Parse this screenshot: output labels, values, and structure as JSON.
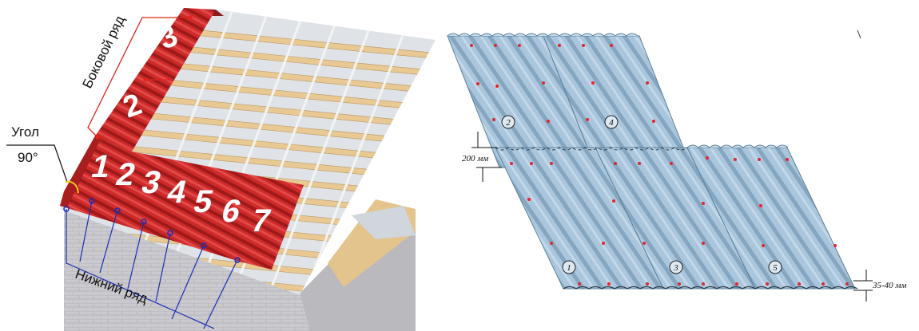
{
  "left_panel": {
    "angle_label_line1": "Угол",
    "angle_label_line2": "90°",
    "side_row_label": "Боковой ряд",
    "bottom_row_label": "Нижний ряд",
    "bottom_sheet_numbers": [
      "1",
      "2",
      "3",
      "4",
      "5",
      "6",
      "7"
    ],
    "side_sheet_numbers": [
      "2",
      "3"
    ],
    "colors": {
      "roof_sheet": "#cf2a2a",
      "sheet_number": "#ffffff",
      "batten": "#e8c994",
      "wall": "#c9c9ce",
      "annotation_red": "#e0241b",
      "annotation_blue": "#1a2fb5"
    }
  },
  "right_panel": {
    "sheet_numbers": [
      "1",
      "2",
      "3",
      "4",
      "5"
    ],
    "overlap_label": "200 мм",
    "edge_label": "35-40 мм",
    "colors": {
      "sheet": "#a9c6dd",
      "sheet_rib": "#86a6c0",
      "fastener": "#e8232a"
    }
  }
}
